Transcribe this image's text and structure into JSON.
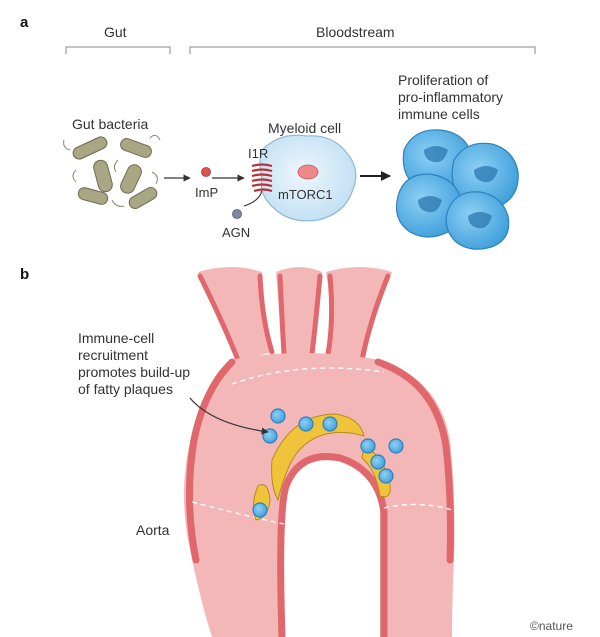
{
  "panel_a": {
    "letter": "a",
    "gut_header": "Gut",
    "blood_header": "Bloodstream",
    "gut_bacteria": "Gut bacteria",
    "imp": "ImP",
    "i1r": "I1R",
    "myeloid": "Myeloid cell",
    "mtorc1": "mTORC1",
    "agn": "AGN",
    "prolif_lines": [
      "Proliferation of",
      "pro-inflammatory",
      "immune cells"
    ]
  },
  "panel_b": {
    "letter": "b",
    "annotation_lines": [
      "Immune-cell",
      "recruitment",
      "promotes build-up",
      "of fatty plaques"
    ],
    "aorta": "Aorta"
  },
  "credit": "©nature",
  "colors": {
    "bacteria": "#a9a683",
    "imp": "#d9534f",
    "receptor": "#b8323a",
    "agn": "#7a8aa3",
    "myeloid": "#d7ecf8",
    "immune": "#5cb3e6",
    "vessel": "#f4b7b8",
    "vessel_dark": "#e0676b",
    "plaque": "#f0c43a"
  }
}
